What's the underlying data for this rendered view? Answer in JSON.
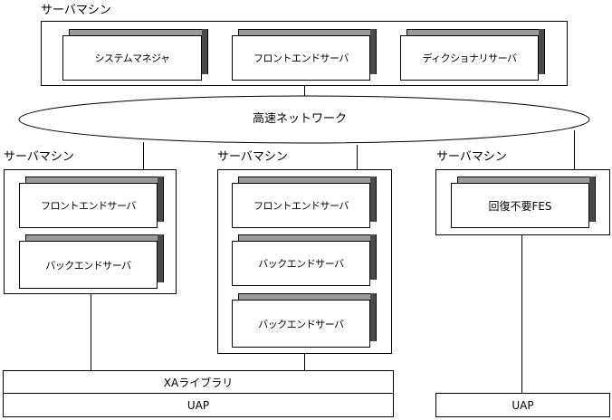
{
  "top_server": {
    "label": "サーバマシン",
    "components": [
      "システムマネジャ",
      "フロントエンドサーバ",
      "ディクショナリサーバ"
    ]
  },
  "network": {
    "label": "高速ネットワーク"
  },
  "left_server": {
    "label": "サーバマシン",
    "components": [
      "フロントエンドサーバ",
      "バックエンドサーバ"
    ]
  },
  "middle_server": {
    "label": "サーバマシン",
    "components": [
      "フロントエンドサーバ",
      "バックエンドサーバ",
      "バックエンドサーバ"
    ]
  },
  "right_server": {
    "label": "サーバマシン",
    "components": [
      "回復不要FES"
    ]
  },
  "client_left": {
    "library": "XAライブラリ",
    "uap": "UAP"
  },
  "client_right": {
    "uap": "UAP"
  }
}
